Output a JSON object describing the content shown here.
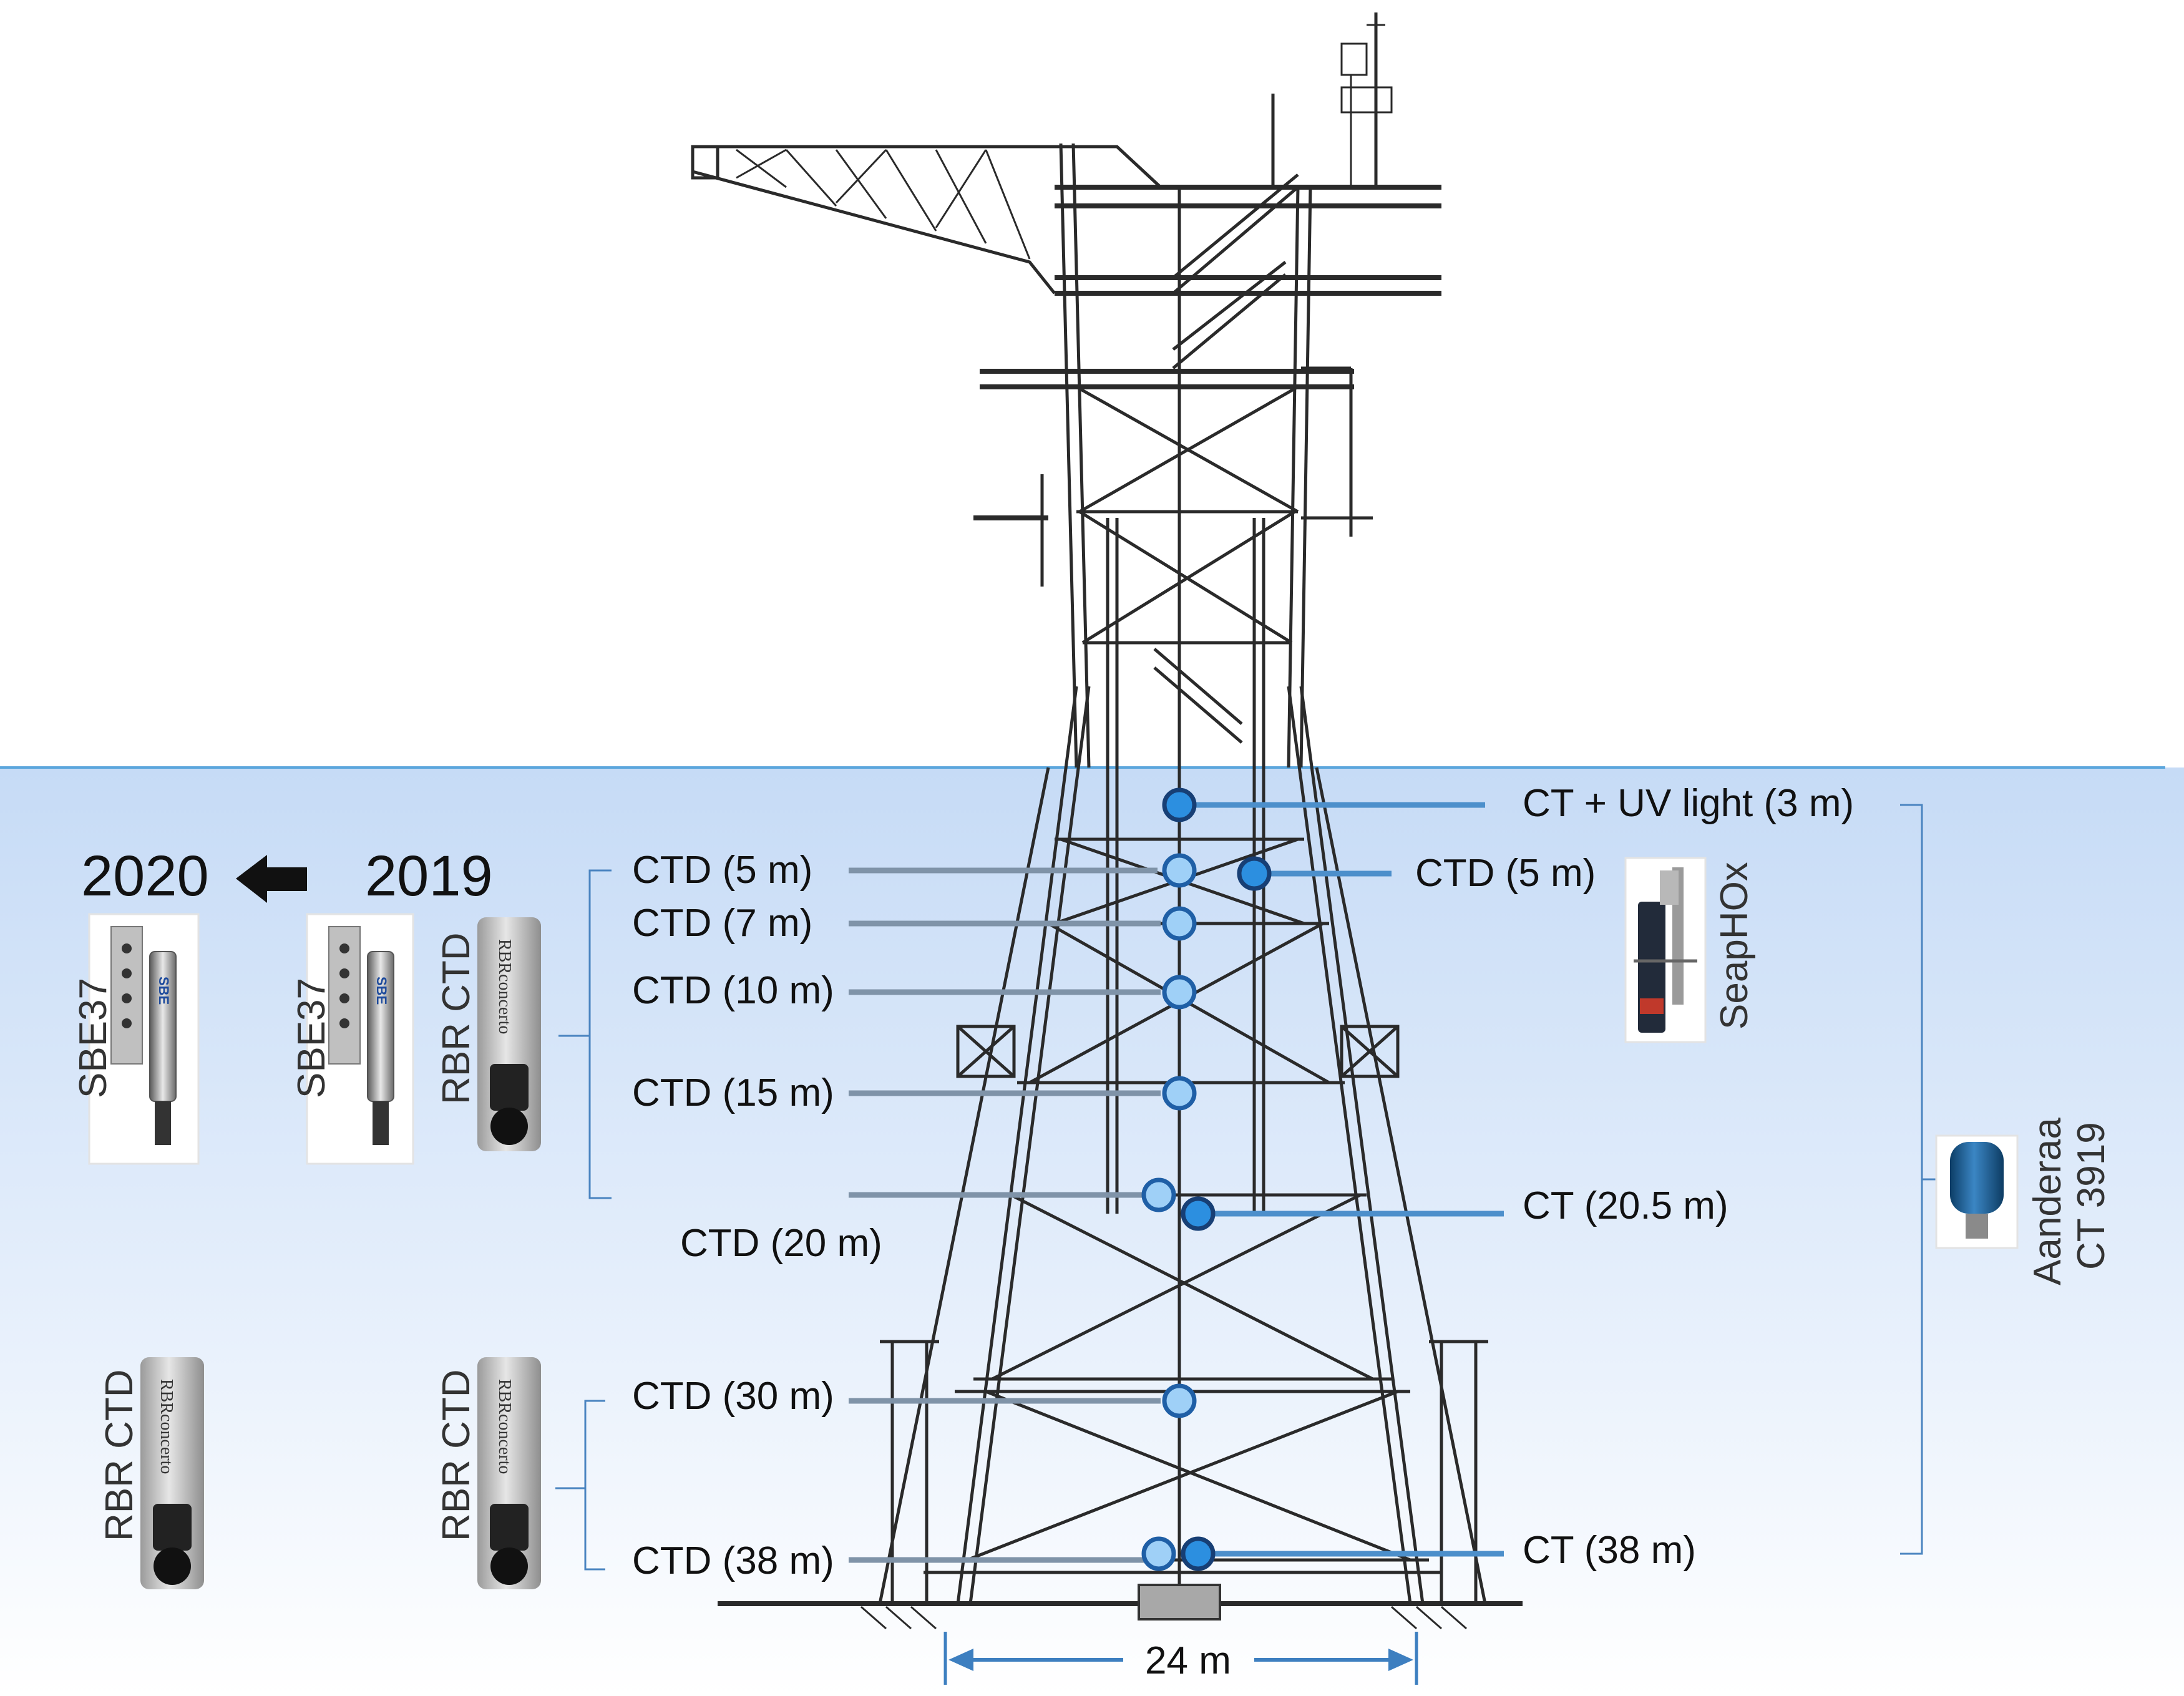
{
  "years": {
    "left": "2020",
    "right": "2019"
  },
  "instruments": {
    "sbe37_2020": "SBE37",
    "sbe37_2019": "SBE37",
    "rbr_2019": "RBR CTD",
    "rbr_2020_lower": "RBR CTD",
    "rbr_2019_lower": "RBR CTD",
    "seaphox": "SeapHOx",
    "aanderaa_line1": "Aanderaa",
    "aanderaa_line2": "CT 3919",
    "sbe_logo": "SBE",
    "rbr_logo": "RBRconcerto"
  },
  "sensors": {
    "ct_uv": "CT + UV light (3 m)",
    "ctd_5_left": "CTD (5 m)",
    "ctd_5_right": "CTD (5 m)",
    "ctd_7": "CTD (7 m)",
    "ctd_10": "CTD (10 m)",
    "ctd_15": "CTD (15 m)",
    "ctd_20": "CTD (20 m)",
    "ct_20_5": "CT (20.5 m)",
    "ctd_30": "CTD (30 m)",
    "ctd_38": "CTD (38 m)",
    "ct_38": "CT (38 m)"
  },
  "dimension": {
    "base_width": "24 m"
  },
  "colors": {
    "water_top": "#c9ddf6",
    "water_bottom": "#ffffff",
    "surface_line": "#5ba6dd",
    "leader_grey": "#7f93a8",
    "leader_blue": "#4c8fcb",
    "marker_light": "#9fd0f7",
    "marker_dark": "#2c8fe0",
    "marker_outline": "#1f5fa6"
  },
  "icons": [
    "arrow-left-icon",
    "sbe37-sensor-icon",
    "rbr-ctd-sensor-icon",
    "seaphox-sensor-icon",
    "aanderaa-sensor-icon"
  ]
}
